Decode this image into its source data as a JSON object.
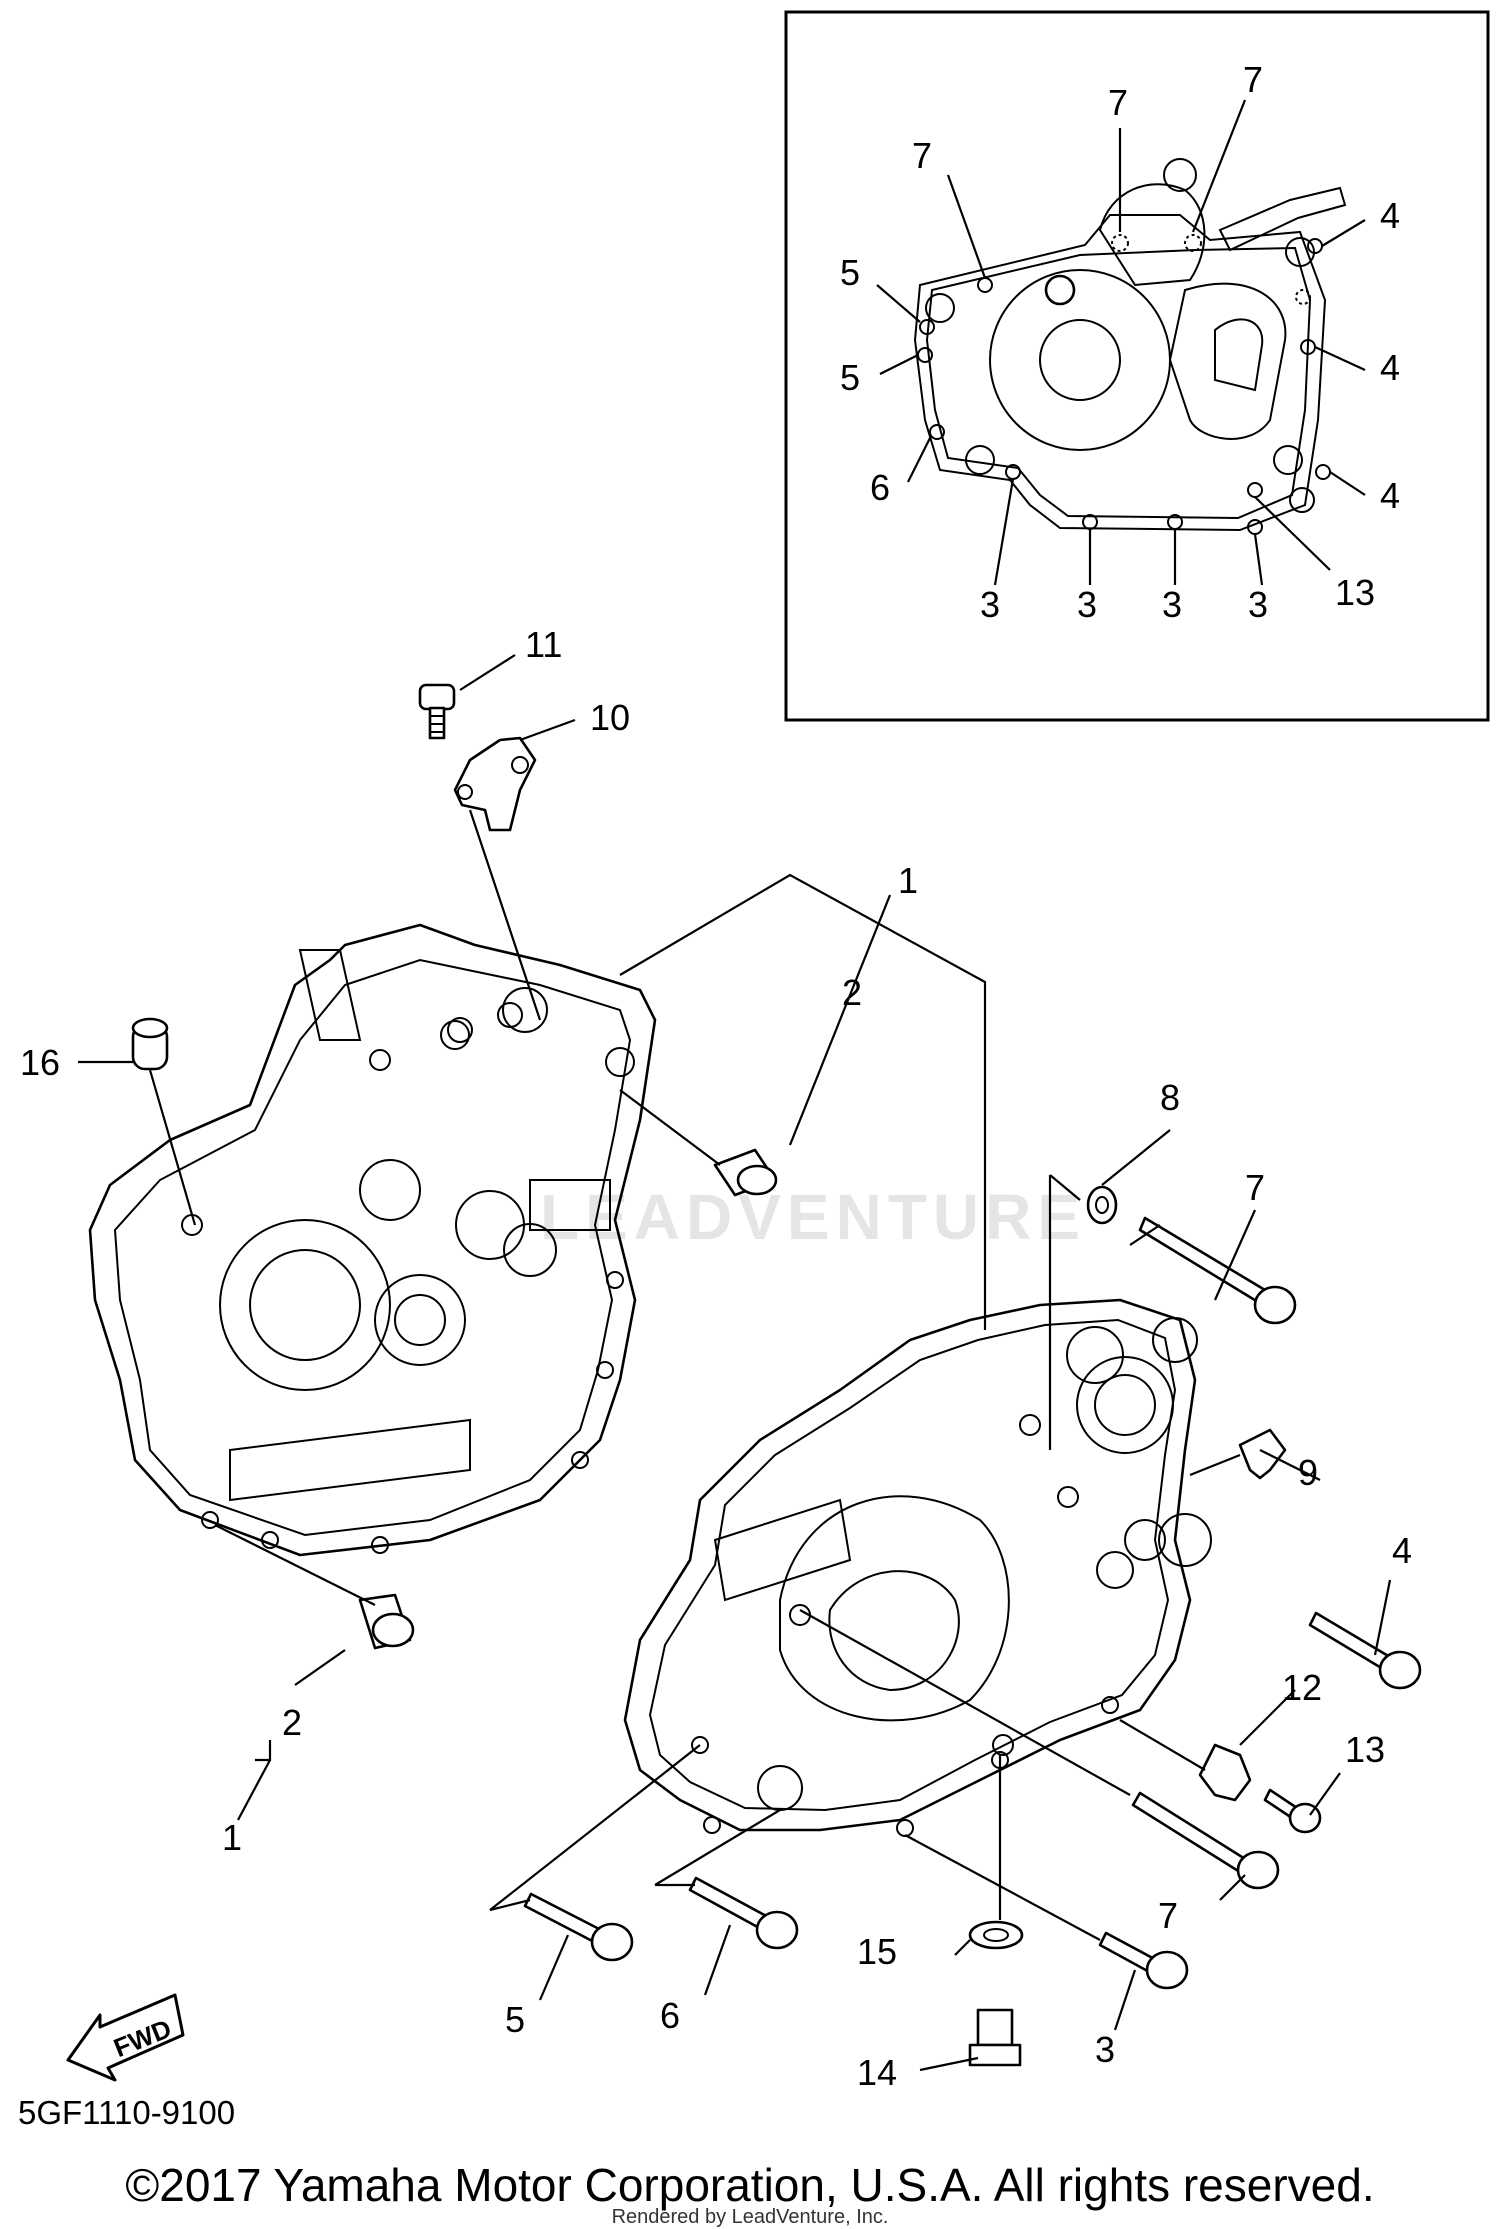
{
  "diagram": {
    "part_number_code": "5GF1110-9100",
    "copyright": "©2017 Yamaha Motor Corporation, U.S.A. All rights reserved.",
    "render_credit": "Rendered by LeadVenture, Inc.",
    "watermark_text": "LEADVENTURE",
    "fwd_label": "FWD",
    "inset_callouts": [
      "7",
      "7",
      "7",
      "4",
      "5",
      "5",
      "4",
      "6",
      "4",
      "3",
      "3",
      "3",
      "3",
      "13"
    ],
    "main_callouts": [
      "11",
      "10",
      "1",
      "2",
      "16",
      "8",
      "7",
      "9",
      "4",
      "12",
      "13",
      "2",
      "1",
      "7",
      "15",
      "5",
      "6",
      "3",
      "14"
    ]
  }
}
